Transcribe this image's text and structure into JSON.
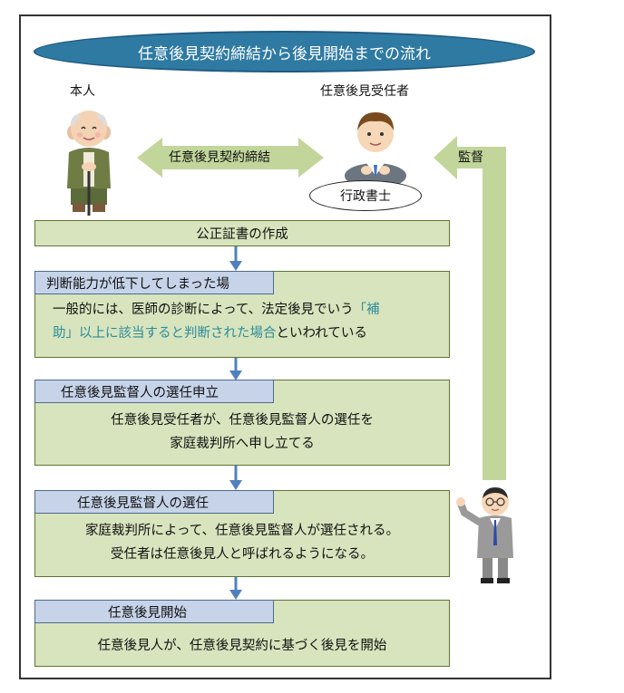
{
  "title": "任意後見契約締結から後見開始までの流れ",
  "person_label": "本人",
  "agent_label": "任意後見受任者",
  "agent_role": "行政書士",
  "contract_arrow_label": "任意後見契約締結",
  "supervision_label": "監督",
  "steps": [
    {
      "label": "公正証書の作成"
    },
    {
      "header": "判断能力が低下してしまった場",
      "body_part1": "一般的には、医師の診断によって、法定後見でいう",
      "body_highlight_line1": "「補",
      "body_highlight_line2": "助」以上に該当すると判断された場合",
      "body_part2": "といわれている"
    },
    {
      "header": "任意後見監督人の選任申立",
      "body_line1": "任意後見受任者が、任意後見監督人の選任を",
      "body_line2": "家庭裁判所へ申し立てる"
    },
    {
      "header": "任意後見監督人の選任",
      "body_line1": "家庭裁判所によって、任意後見監督人が選任される。",
      "body_line2": "受任者は任意後見人と呼ばれるようになる。"
    },
    {
      "header": "任意後見開始",
      "body_line1": "任意後見人が、任意後見契約に基づく後見を開始"
    }
  ],
  "colors": {
    "title_fill": "#2f7aa3",
    "arrow_green": "#c2d69b",
    "step_fill": "#d7e4bd",
    "header_fill": "#c6d3e8",
    "flow_arrow": "#4f81bd",
    "highlight_text": "#2e8c9c"
  }
}
